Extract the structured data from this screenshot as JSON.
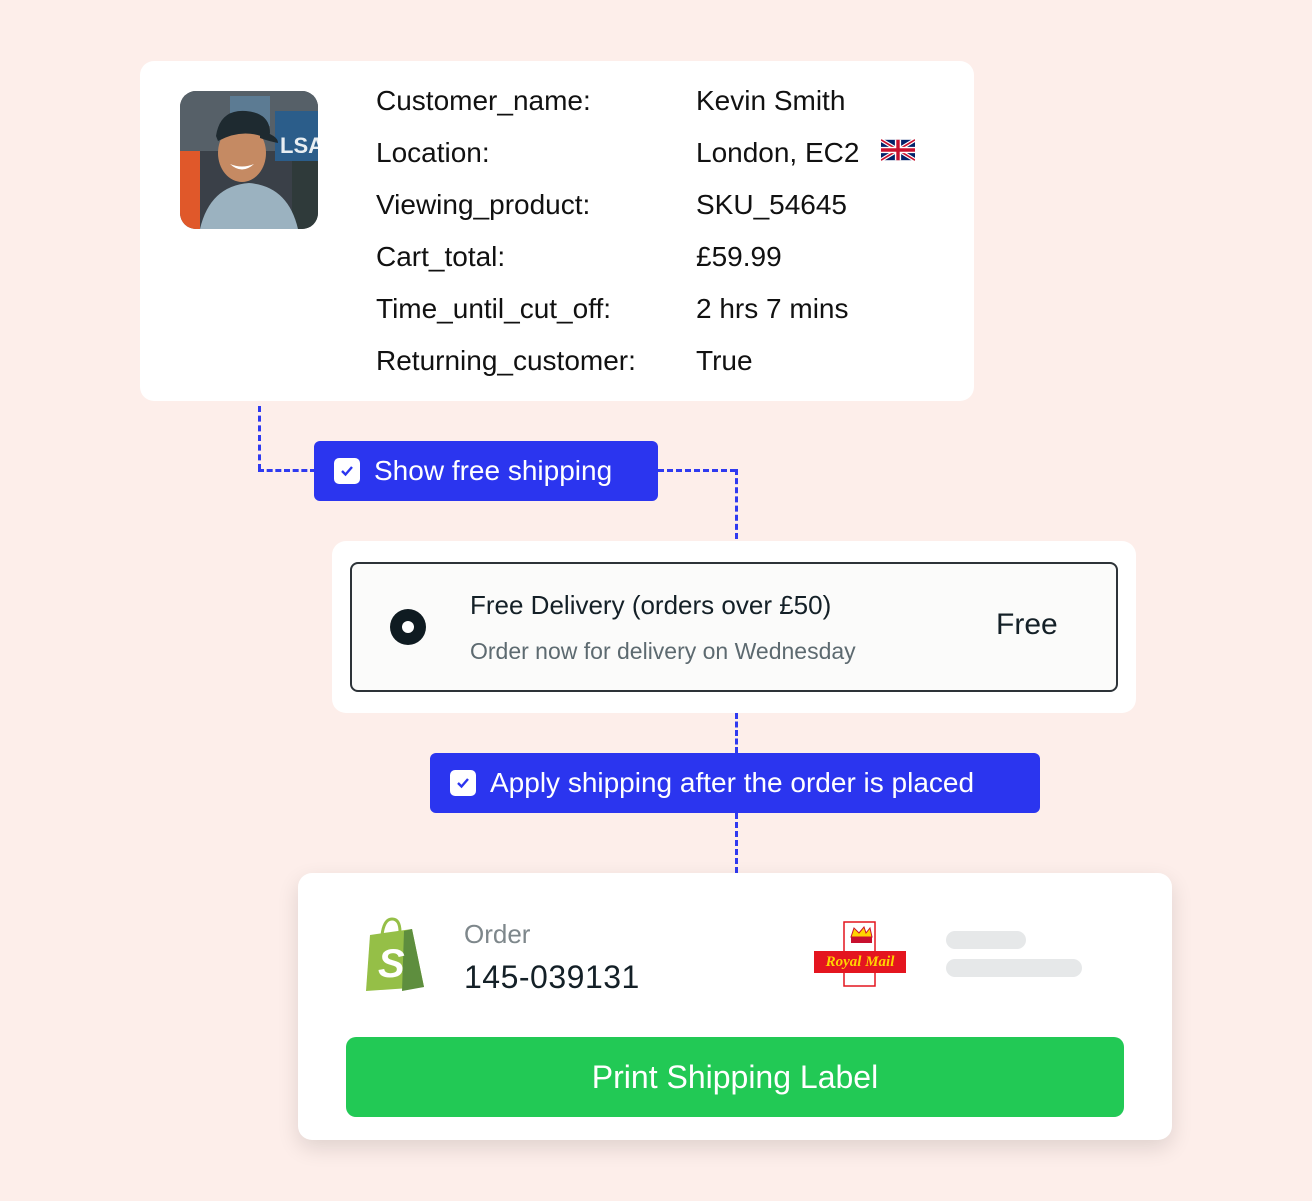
{
  "customer": {
    "fields": [
      {
        "key": "Customer_name:",
        "value": "Kevin Smith"
      },
      {
        "key": "Location:",
        "value": "London, EC2"
      },
      {
        "key": "Viewing_product:",
        "value": "SKU_54645"
      },
      {
        "key": "Cart_total:",
        "value": "£59.99"
      },
      {
        "key": "Time_until_cut_off:",
        "value": "2 hrs 7 mins"
      },
      {
        "key": "Returning_customer:",
        "value": "True"
      }
    ],
    "location_flag_icon": "uk-flag-icon"
  },
  "rule1": {
    "label": "Show free shipping",
    "checked": true
  },
  "delivery": {
    "title": "Free Delivery (orders over £50)",
    "subtitle": "Order now for delivery on Wednesday",
    "price": "Free",
    "selected": true
  },
  "rule2": {
    "label": "Apply shipping after the order is placed",
    "checked": true
  },
  "order": {
    "label": "Order",
    "number": "145-039131",
    "platform_icon": "shopify-bag-icon",
    "carrier_logo_text": "Royal Mail",
    "print_button_label": "Print Shipping Label"
  },
  "colors": {
    "background": "#fdeeea",
    "accent_blue": "#2b35ef",
    "button_green": "#22c955",
    "royal_mail_red": "#e4151f",
    "royal_mail_yellow": "#ffd400"
  }
}
